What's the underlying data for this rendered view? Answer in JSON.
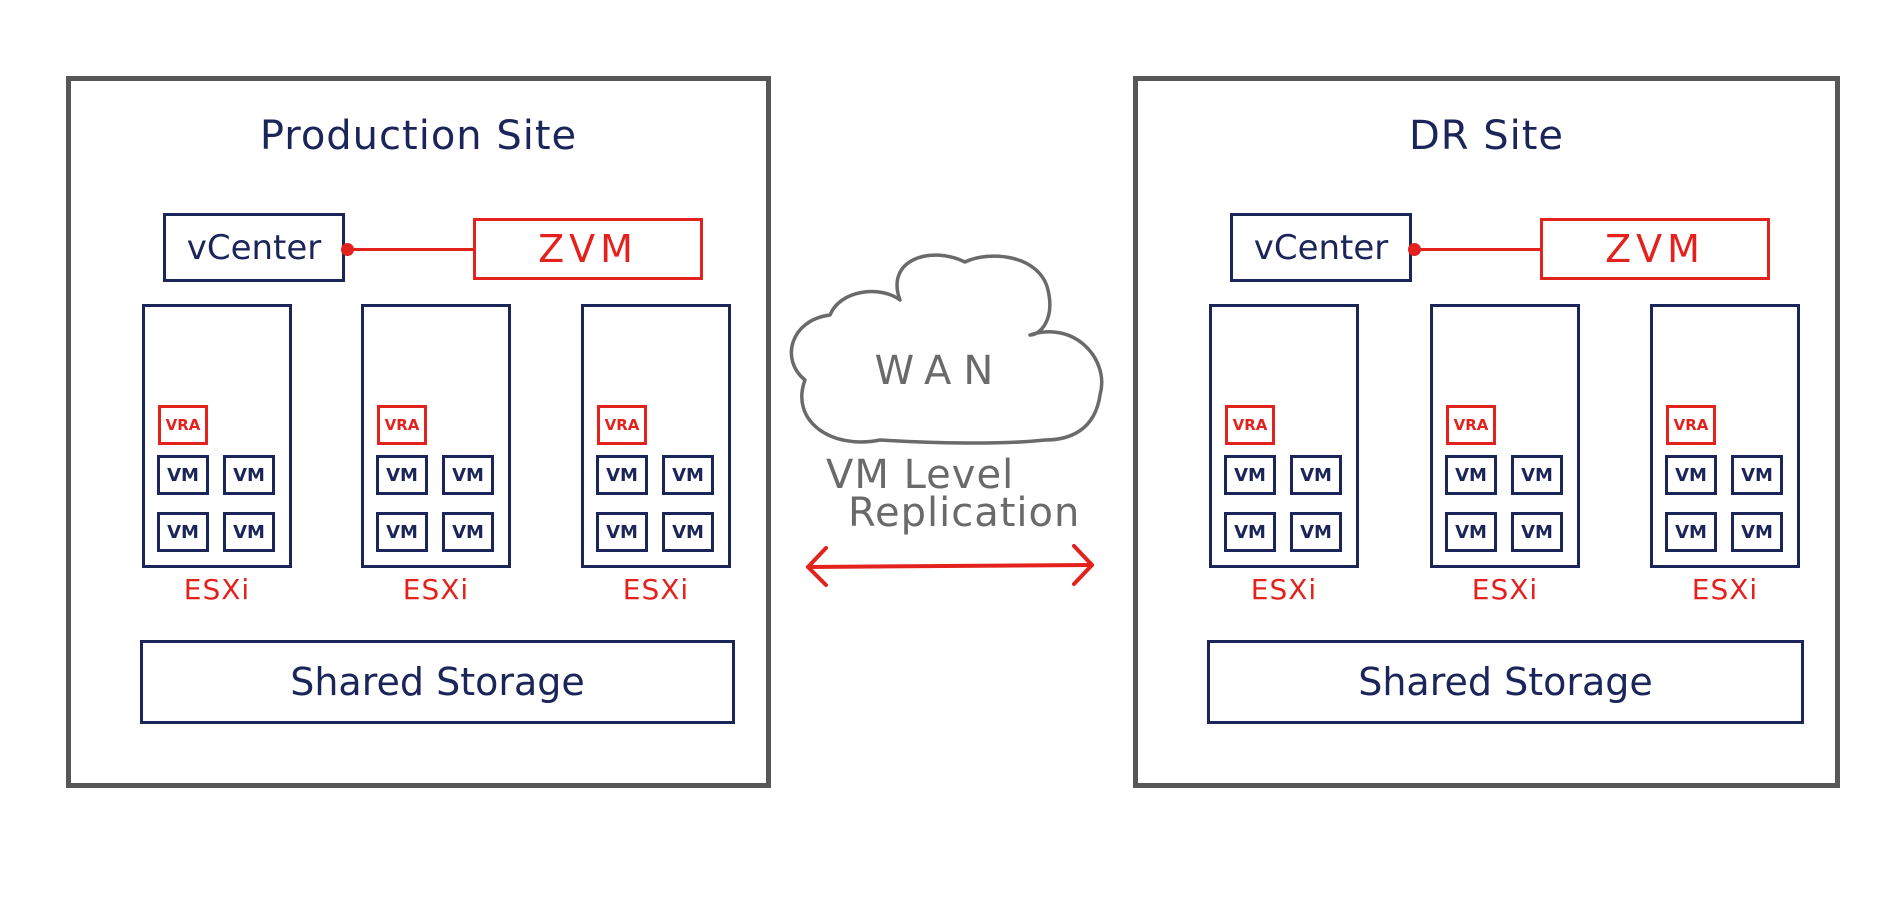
{
  "sites": {
    "production": {
      "title": "Production Site",
      "vcenter": "vCenter",
      "zvm": "ZVM",
      "hosts": [
        {
          "vra": "VRA",
          "vms": [
            "VM",
            "VM",
            "VM",
            "VM"
          ],
          "label": "ESXi"
        },
        {
          "vra": "VRA",
          "vms": [
            "VM",
            "VM",
            "VM",
            "VM"
          ],
          "label": "ESXi"
        },
        {
          "vra": "VRA",
          "vms": [
            "VM",
            "VM",
            "VM",
            "VM"
          ],
          "label": "ESXi"
        }
      ],
      "storage": "Shared Storage"
    },
    "dr": {
      "title": "DR Site",
      "vcenter": "vCenter",
      "zvm": "ZVM",
      "hosts": [
        {
          "vra": "VRA",
          "vms": [
            "VM",
            "VM",
            "VM",
            "VM"
          ],
          "label": "ESXi"
        },
        {
          "vra": "VRA",
          "vms": [
            "VM",
            "VM",
            "VM",
            "VM"
          ],
          "label": "ESXi"
        },
        {
          "vra": "VRA",
          "vms": [
            "VM",
            "VM",
            "VM",
            "VM"
          ],
          "label": "ESXi"
        }
      ],
      "storage": "Shared Storage"
    }
  },
  "wan": {
    "label": "WAN"
  },
  "replication": {
    "line1": "VM Level",
    "line2": "Replication"
  },
  "colors": {
    "navy": "#1b2559",
    "red": "#e3211d",
    "frame": "#575757",
    "cloud": "#6a6a6a"
  }
}
